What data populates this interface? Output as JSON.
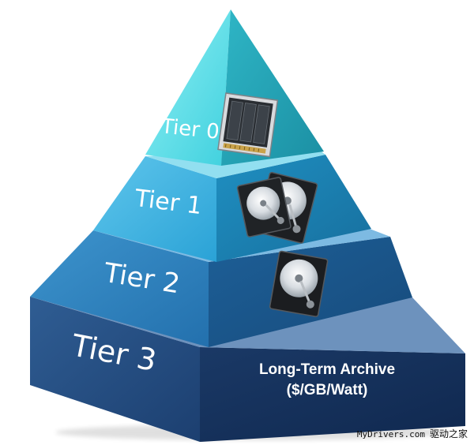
{
  "tiers": [
    {
      "label": "Tier 0",
      "device": "ssd-icon"
    },
    {
      "label": "Tier 1",
      "device": "hard-drives-icon"
    },
    {
      "label": "Tier 2",
      "device": "hard-drive-icon"
    },
    {
      "label": "Tier 3",
      "device": "none"
    }
  ],
  "archive": {
    "line1": "Long-Term Archive",
    "line2": "($/GB/Watt)"
  },
  "watermark": {
    "site": "MyDrivers.com",
    "cn": "驱动之家"
  },
  "colors": {
    "tier0": "#3fd3e0",
    "tier1": "#2aa8da",
    "tier2": "#2374b3",
    "tier3": "#1b3f6e"
  }
}
